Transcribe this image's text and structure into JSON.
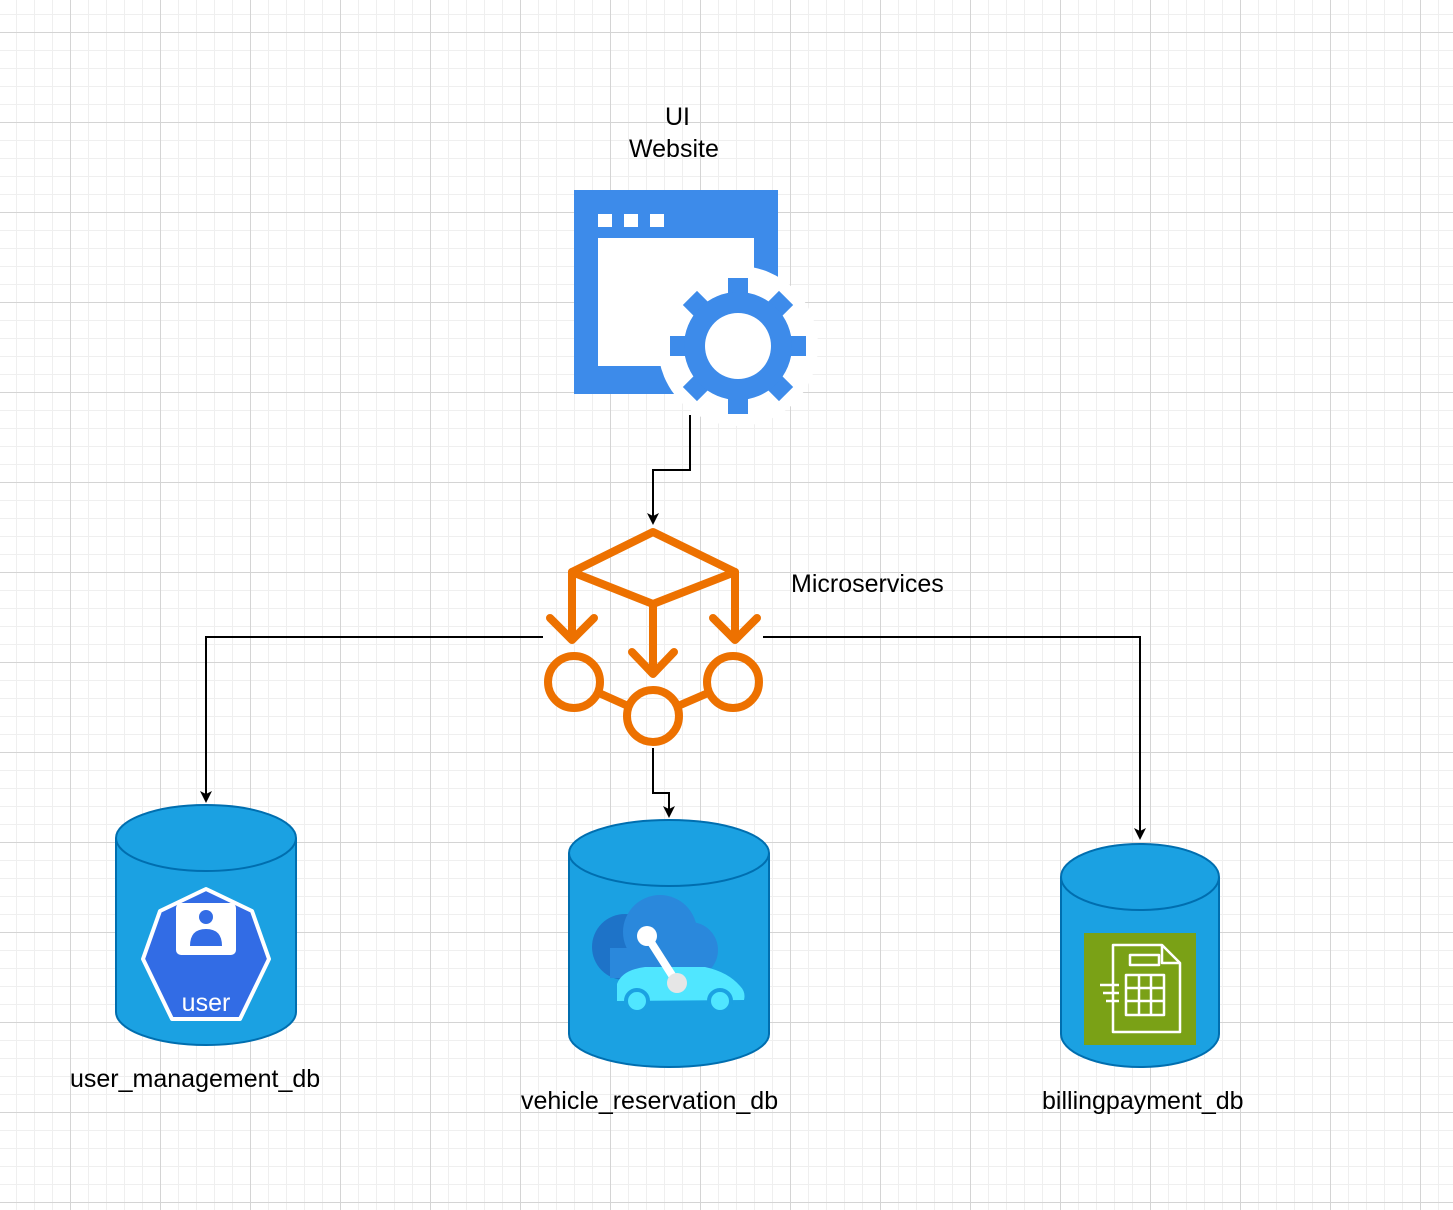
{
  "ui": {
    "line1": "UI",
    "line2": "Website"
  },
  "microservices": {
    "label": "Microservices"
  },
  "databases": [
    {
      "name": "user_management_db",
      "icon_text": "user",
      "icon": "user-badge-icon"
    },
    {
      "name": "vehicle_reservation_db",
      "icon": "connected-car-icon"
    },
    {
      "name": "billingpayment_db",
      "icon": "invoice-icon"
    }
  ],
  "colors": {
    "website_blue": "#3d8bea",
    "microservice_orange": "#ed7100",
    "db_fill": "#1ba1e2",
    "db_stroke": "#006eaf",
    "user_badge": "#326ce5",
    "invoice_green": "#7aa116"
  }
}
